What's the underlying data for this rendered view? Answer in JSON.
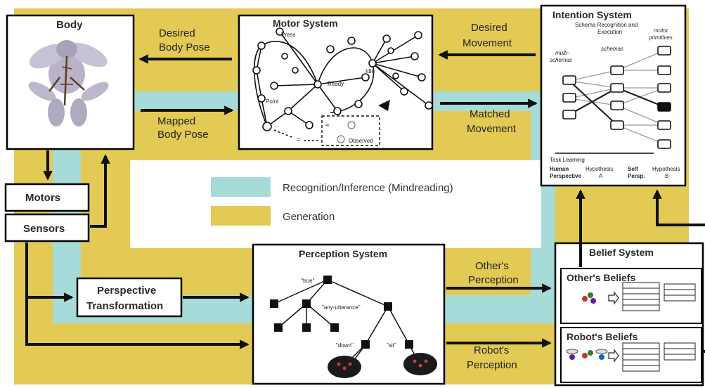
{
  "colors": {
    "recognition": "#a7dbd9",
    "generation": "#e3ca55",
    "box_stroke": "#000000"
  },
  "legend": {
    "recognition": "Recognition/Inference (Mindreading)",
    "generation": "Generation"
  },
  "body": {
    "title": "Body"
  },
  "motors": {
    "label": "Motors"
  },
  "sensors": {
    "label": "Sensors"
  },
  "perspective_transformation": {
    "line1": "Perspective",
    "line2": "Transformation"
  },
  "motor_system": {
    "title": "Motor System",
    "labels": {
      "press": "Press",
      "ready": "Ready",
      "idle": "Idle",
      "point": "Point",
      "observed": "Observed",
      "approx": "≈"
    }
  },
  "intention_system": {
    "title": "Intention System",
    "subtitle_line1": "Schema Recognition and",
    "subtitle_line2": "Execution",
    "col_multi_line1": "multi-",
    "col_multi_line2": "schemas",
    "col_schemas": "schemas",
    "col_motor_line1": "motor",
    "col_motor_line2": "primitives",
    "task_learning": "Task Learning",
    "human_line1": "Human",
    "human_line2": "Perspective",
    "hyp_a_line1": "Hypothesis",
    "hyp_a_line2": "A",
    "self_line1": "Self",
    "self_line2": "Persp.",
    "hyp_b_line1": "Hypothesis",
    "hyp_b_line2": "B"
  },
  "perception_system": {
    "title": "Perception System",
    "labels": {
      "true": "\"true\"",
      "any_utterance": "\"any-utterance\"",
      "down": "\"down\"",
      "sit": "\"sit\""
    }
  },
  "belief_system": {
    "title": "Belief System",
    "others_beliefs": "Other's Beliefs",
    "robots_beliefs": "Robot's Beliefs"
  },
  "arrows": {
    "desired_body_pose_line1": "Desired",
    "desired_body_pose_line2": "Body Pose",
    "mapped_body_pose_line1": "Mapped",
    "mapped_body_pose_line2": "Body Pose",
    "desired_movement_line1": "Desired",
    "desired_movement_line2": "Movement",
    "matched_movement_line1": "Matched",
    "matched_movement_line2": "Movement",
    "others_perception_line1": "Other's",
    "others_perception_line2": "Perception",
    "robots_perception_line1": "Robot's",
    "robots_perception_line2": "Perception"
  }
}
